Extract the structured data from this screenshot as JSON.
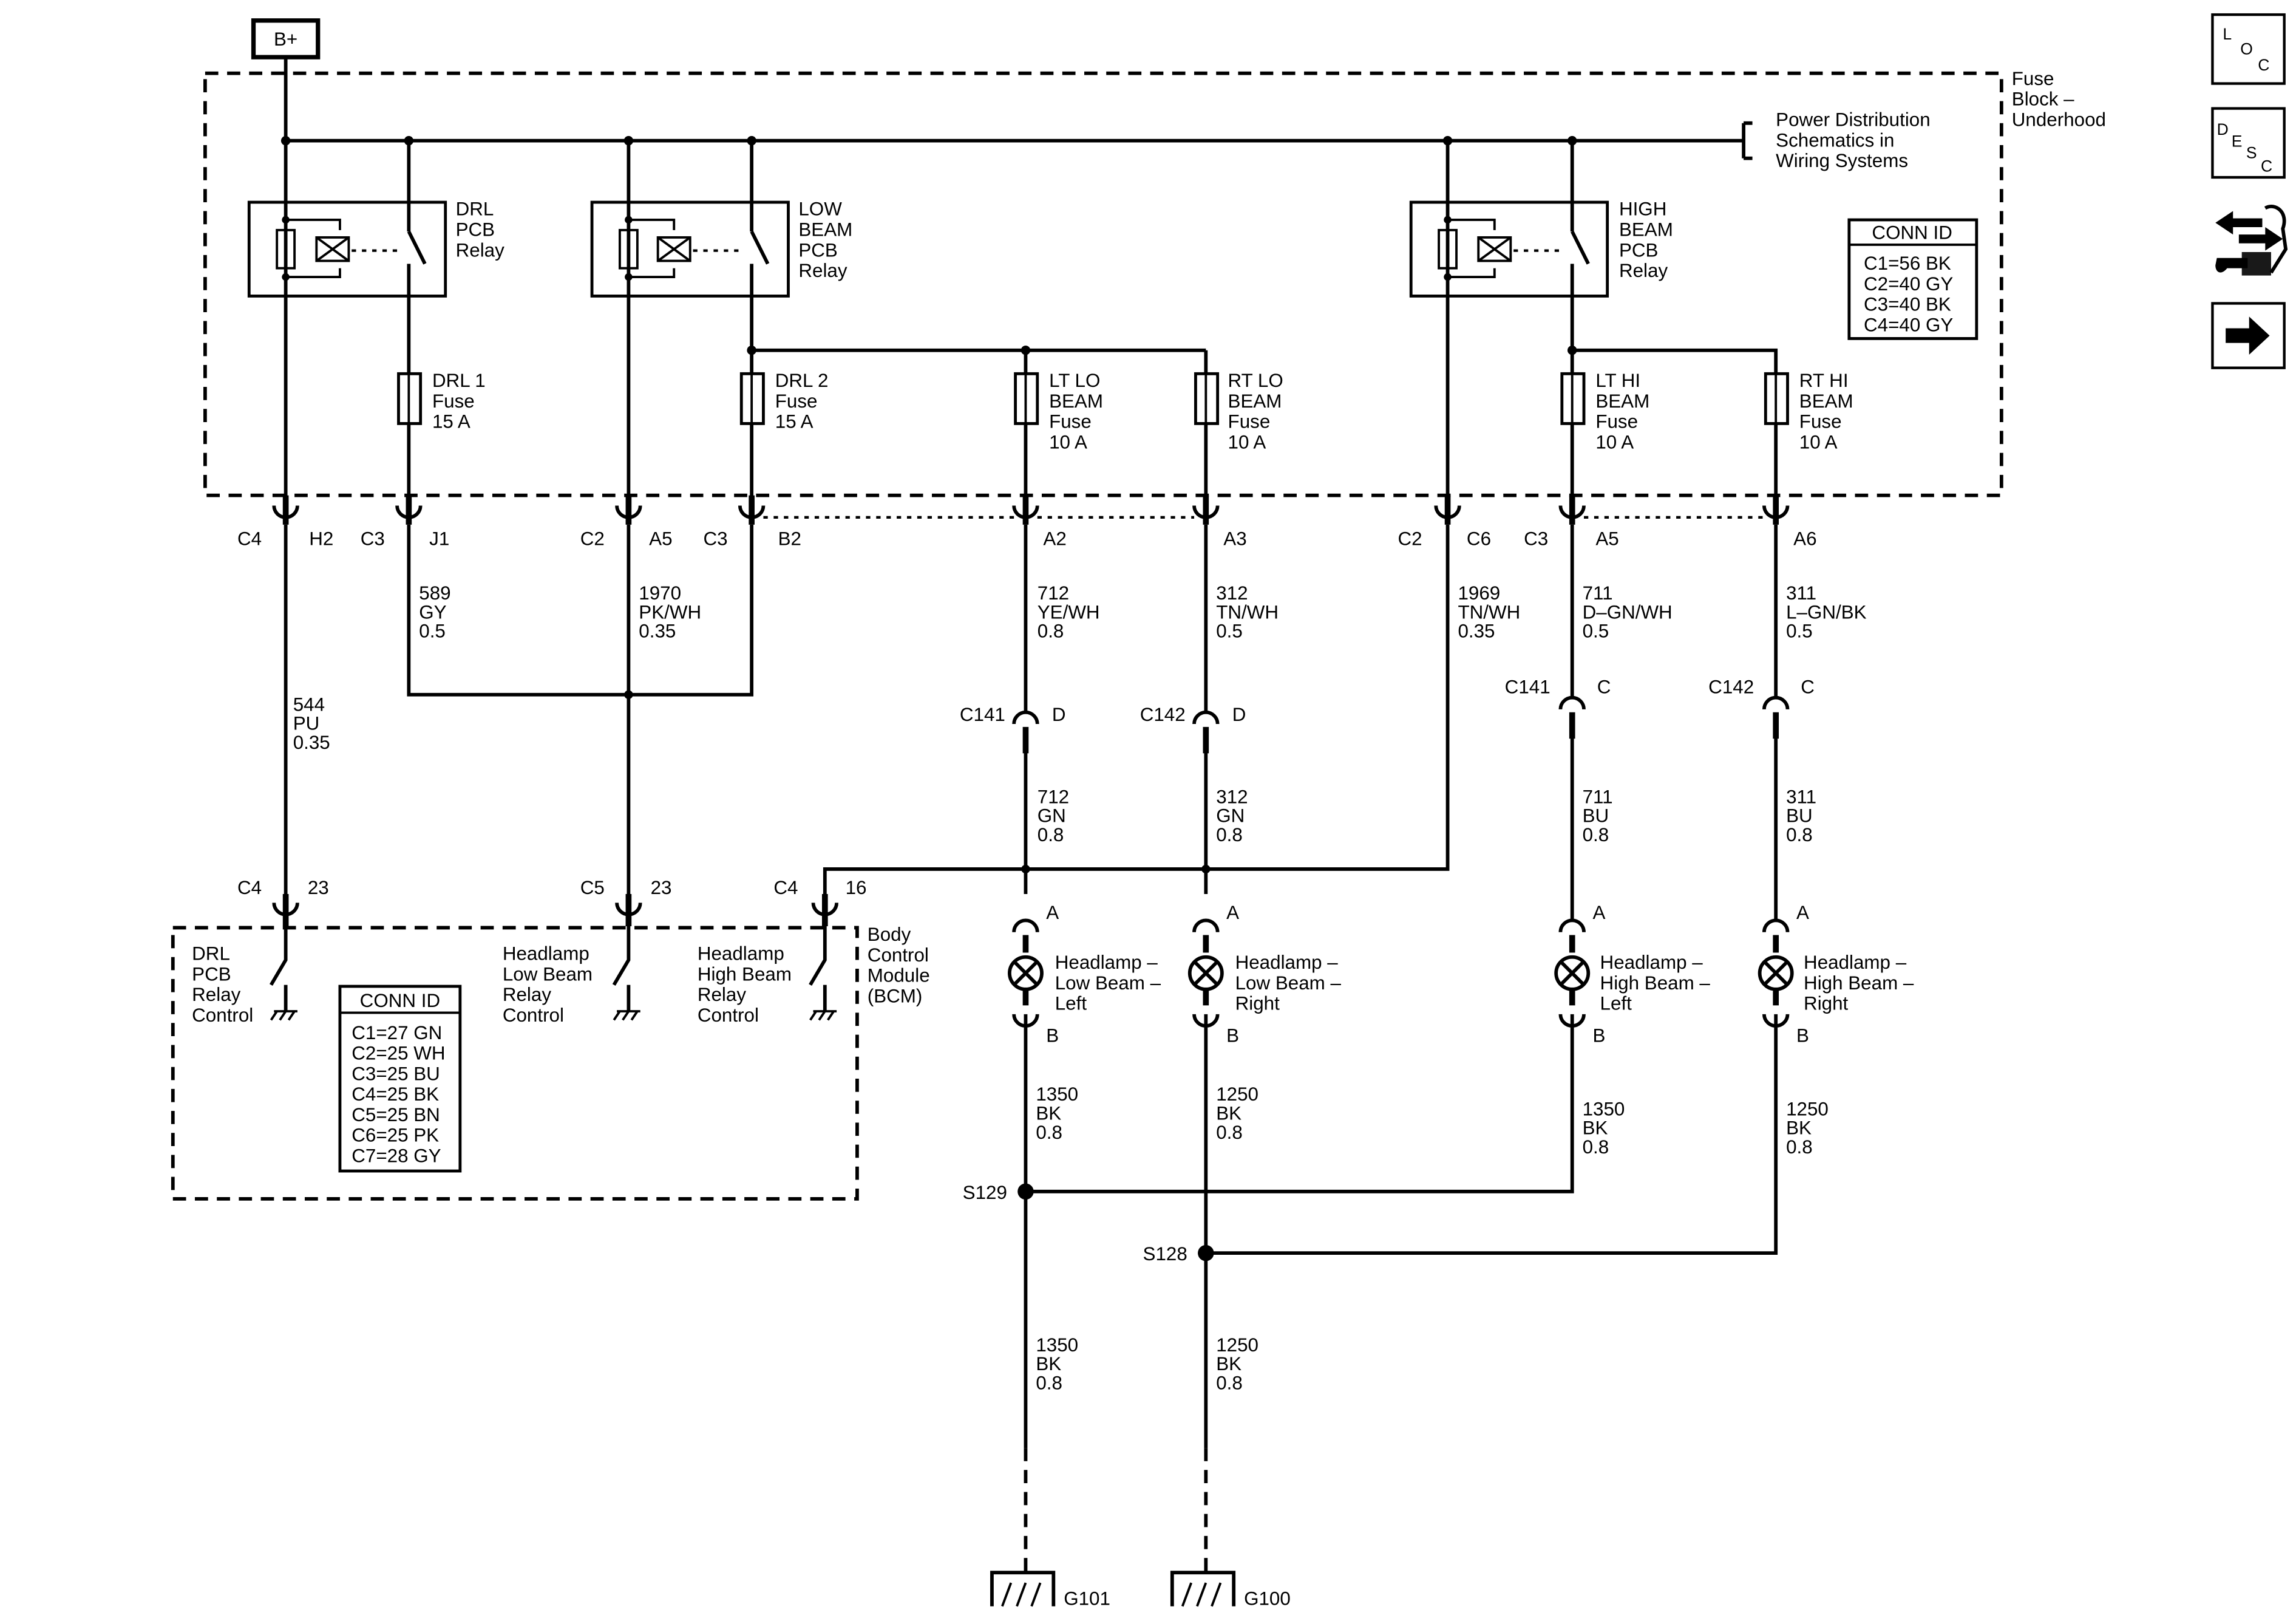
{
  "battery": {
    "label": "B+"
  },
  "fuse_block": {
    "title": [
      "Fuse",
      "Block –",
      "Underhood"
    ],
    "power_ref": [
      "Power Distribution",
      "Schematics in",
      "Wiring Systems"
    ],
    "conn_id": {
      "title": "CONN ID",
      "rows": [
        "C1=56 BK",
        "C2=40 GY",
        "C3=40 BK",
        "C4=40 GY"
      ]
    }
  },
  "relays": {
    "drl": [
      "DRL",
      "PCB",
      "Relay"
    ],
    "low": [
      "LOW",
      "BEAM",
      "PCB",
      "Relay"
    ],
    "high": [
      "HIGH",
      "BEAM",
      "PCB",
      "Relay"
    ]
  },
  "fuses": {
    "drl1": [
      "DRL 1",
      "Fuse",
      "15 A"
    ],
    "drl2": [
      "DRL 2",
      "Fuse",
      "15 A"
    ],
    "ltlo": [
      "LT LO",
      "BEAM",
      "Fuse",
      "10 A"
    ],
    "rtlo": [
      "RT LO",
      "BEAM",
      "Fuse",
      "10 A"
    ],
    "lthi": [
      "LT HI",
      "BEAM",
      "Fuse",
      "10 A"
    ],
    "rthi": [
      "RT HI",
      "BEAM",
      "Fuse",
      "10 A"
    ]
  },
  "fb_pins": {
    "p1": [
      "C4",
      "H2"
    ],
    "p2": [
      "C3",
      "J1"
    ],
    "p3": [
      "C2",
      "A5"
    ],
    "p4": [
      "C3",
      "B2"
    ],
    "p5": [
      "A2"
    ],
    "p6": [
      "A3"
    ],
    "p7": [
      "C2",
      "C6"
    ],
    "p8": [
      "C3",
      "A5"
    ],
    "p9": [
      "A6"
    ]
  },
  "wires": {
    "w589": [
      "589",
      "GY",
      "0.5"
    ],
    "w1970": [
      "1970",
      "PK/WH",
      "0.35"
    ],
    "w544": [
      "544",
      "PU",
      "0.35"
    ],
    "w712a": [
      "712",
      "YE/WH",
      "0.8"
    ],
    "w312a": [
      "312",
      "TN/WH",
      "0.5"
    ],
    "w1969": [
      "1969",
      "TN/WH",
      "0.35"
    ],
    "w711a": [
      "711",
      "D–GN/WH",
      "0.5"
    ],
    "w311a": [
      "311",
      "L–GN/BK",
      "0.5"
    ],
    "w712b": [
      "712",
      "GN",
      "0.8"
    ],
    "w312b": [
      "312",
      "GN",
      "0.8"
    ],
    "w711b": [
      "711",
      "BU",
      "0.8"
    ],
    "w311b": [
      "311",
      "BU",
      "0.8"
    ],
    "w1350a": [
      "1350",
      "BK",
      "0.8"
    ],
    "w1250a": [
      "1250",
      "BK",
      "0.8"
    ],
    "w1350b": [
      "1350",
      "BK",
      "0.8"
    ],
    "w1250b": [
      "1250",
      "BK",
      "0.8"
    ],
    "w1350c": [
      "1350",
      "BK",
      "0.8"
    ],
    "w1250c": [
      "1250",
      "BK",
      "0.8"
    ]
  },
  "inline": {
    "c141a": [
      "C141",
      "D"
    ],
    "c142a": [
      "C142",
      "D"
    ],
    "c141b": [
      "C141",
      "C"
    ],
    "c142b": [
      "C142",
      "C"
    ]
  },
  "bcm": {
    "title": [
      "Body",
      "Control",
      "Module",
      "(BCM)"
    ],
    "pins": {
      "p1": [
        "C4",
        "23"
      ],
      "p2": [
        "C5",
        "23"
      ],
      "p3": [
        "C4",
        "16"
      ]
    },
    "controls": {
      "drl": [
        "DRL",
        "PCB",
        "Relay",
        "Control"
      ],
      "low": [
        "Headlamp",
        "Low Beam",
        "Relay",
        "Control"
      ],
      "high": [
        "Headlamp",
        "High Beam",
        "Relay",
        "Control"
      ]
    },
    "conn_id": {
      "title": "CONN ID",
      "rows": [
        "C1=27 GN",
        "C2=25 WH",
        "C3=25 BU",
        "C4=25 BK",
        "C5=25 BN",
        "C6=25 PK",
        "C7=28 GY"
      ]
    }
  },
  "lamps": {
    "ll": [
      "Headlamp –",
      "Low Beam –",
      "Left"
    ],
    "lr": [
      "Headlamp –",
      "Low Beam –",
      "Right"
    ],
    "hl": [
      "Headlamp –",
      "High Beam –",
      "Left"
    ],
    "hr": [
      "Headlamp –",
      "High Beam –",
      "Right"
    ],
    "pin_a": "A",
    "pin_b": "B"
  },
  "splices": {
    "s129": "S129",
    "s128": "S128"
  },
  "grounds": {
    "g101": "G101",
    "g100": "G100"
  },
  "side_icons": {
    "loc": [
      "L",
      "O",
      "C"
    ],
    "desc": [
      "D",
      "E",
      "S",
      "C"
    ]
  }
}
